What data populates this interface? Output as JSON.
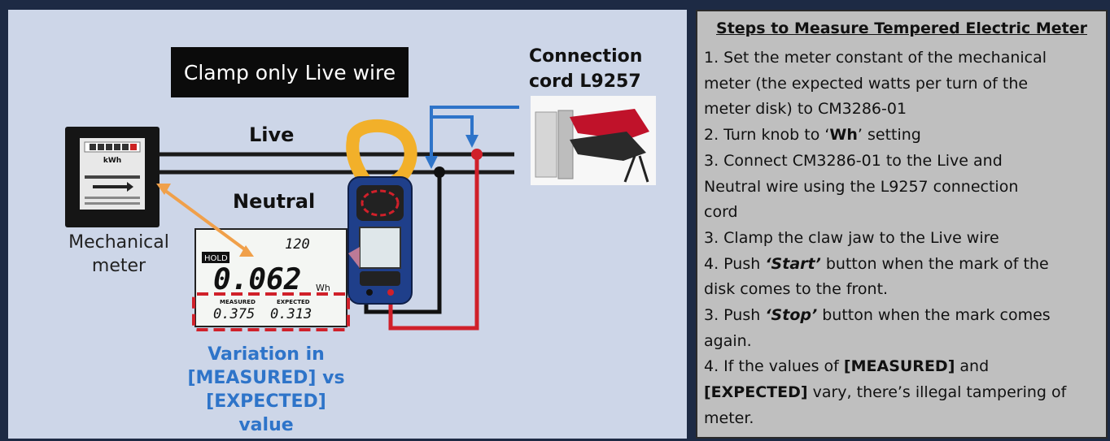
{
  "diagram": {
    "callout": "Clamp only Live wire",
    "live_label": "Live",
    "neutral_label": "Neutral",
    "connection_label_line1": "Connection",
    "connection_label_line2": "cord L9257",
    "mechanical_label_line1": "Mechanical",
    "mechanical_label_line2": "meter",
    "variation_line1": "Variation in",
    "variation_line2": "[MEASURED] vs",
    "variation_line3": "[EXPECTED] value",
    "meter_face": {
      "unit": "kWh"
    },
    "lcd": {
      "top_value": "120",
      "hold": "HOLD",
      "main_value": "0.062",
      "main_unit": "Wh",
      "measured_label": "MEASURED",
      "expected_label": "EXPECTED",
      "measured_value": "0.375",
      "expected_value": "0.313"
    }
  },
  "steps": {
    "title": "Steps to Measure Tempered Electric Meter",
    "lines": [
      {
        "parts": [
          {
            "t": "1. Set the meter constant of the mechanical",
            "s": "n"
          }
        ]
      },
      {
        "parts": [
          {
            "t": "meter  (the expected watts per turn of the",
            "s": "n"
          }
        ]
      },
      {
        "parts": [
          {
            "t": "meter disk) to CM3286-01",
            "s": "n"
          }
        ]
      },
      {
        "parts": [
          {
            "t": "2. Turn knob to ‘",
            "s": "n"
          },
          {
            "t": "Wh",
            "s": "b"
          },
          {
            "t": "’ setting",
            "s": "n"
          }
        ]
      },
      {
        "parts": [
          {
            "t": "3. Connect CM3286-01 to the Live and",
            "s": "n"
          }
        ]
      },
      {
        "parts": [
          {
            "t": "Neutral wire using the L9257 connection",
            "s": "n"
          }
        ]
      },
      {
        "parts": [
          {
            "t": "cord",
            "s": "n"
          }
        ]
      },
      {
        "parts": [
          {
            "t": "3. Clamp the claw jaw to the Live wire",
            "s": "n"
          }
        ]
      },
      {
        "parts": [
          {
            "t": "4. Push ",
            "s": "n"
          },
          {
            "t": "‘Start’",
            "s": "bi"
          },
          {
            "t": " button when the mark of the",
            "s": "n"
          }
        ]
      },
      {
        "parts": [
          {
            "t": "disk comes to the front.",
            "s": "n"
          }
        ]
      },
      {
        "parts": [
          {
            "t": "3. Push ",
            "s": "n"
          },
          {
            "t": "‘Stop’",
            "s": "bi"
          },
          {
            "t": " button when the mark comes",
            "s": "n"
          }
        ]
      },
      {
        "parts": [
          {
            "t": "again.",
            "s": "n"
          }
        ]
      },
      {
        "parts": [
          {
            "t": "4. If the values of ",
            "s": "n"
          },
          {
            "t": "[MEASURED]",
            "s": "b"
          },
          {
            "t": " and",
            "s": "n"
          }
        ]
      },
      {
        "parts": [
          {
            "t": "[EXPECTED]",
            "s": "b"
          },
          {
            "t": " vary, there’s illegal tampering of",
            "s": "n"
          }
        ]
      },
      {
        "parts": [
          {
            "t": "meter.",
            "s": "n"
          }
        ]
      }
    ]
  },
  "colors": {
    "diagram_bg": "#cdd6e8",
    "steps_bg": "#bfbfbf",
    "blue_lead": "#2e74c9",
    "red_lead": "#d0202a",
    "orange_arrow": "#f0a04a",
    "clamp_yellow": "#f2b02a",
    "meter_body": "#1f3f8a"
  }
}
